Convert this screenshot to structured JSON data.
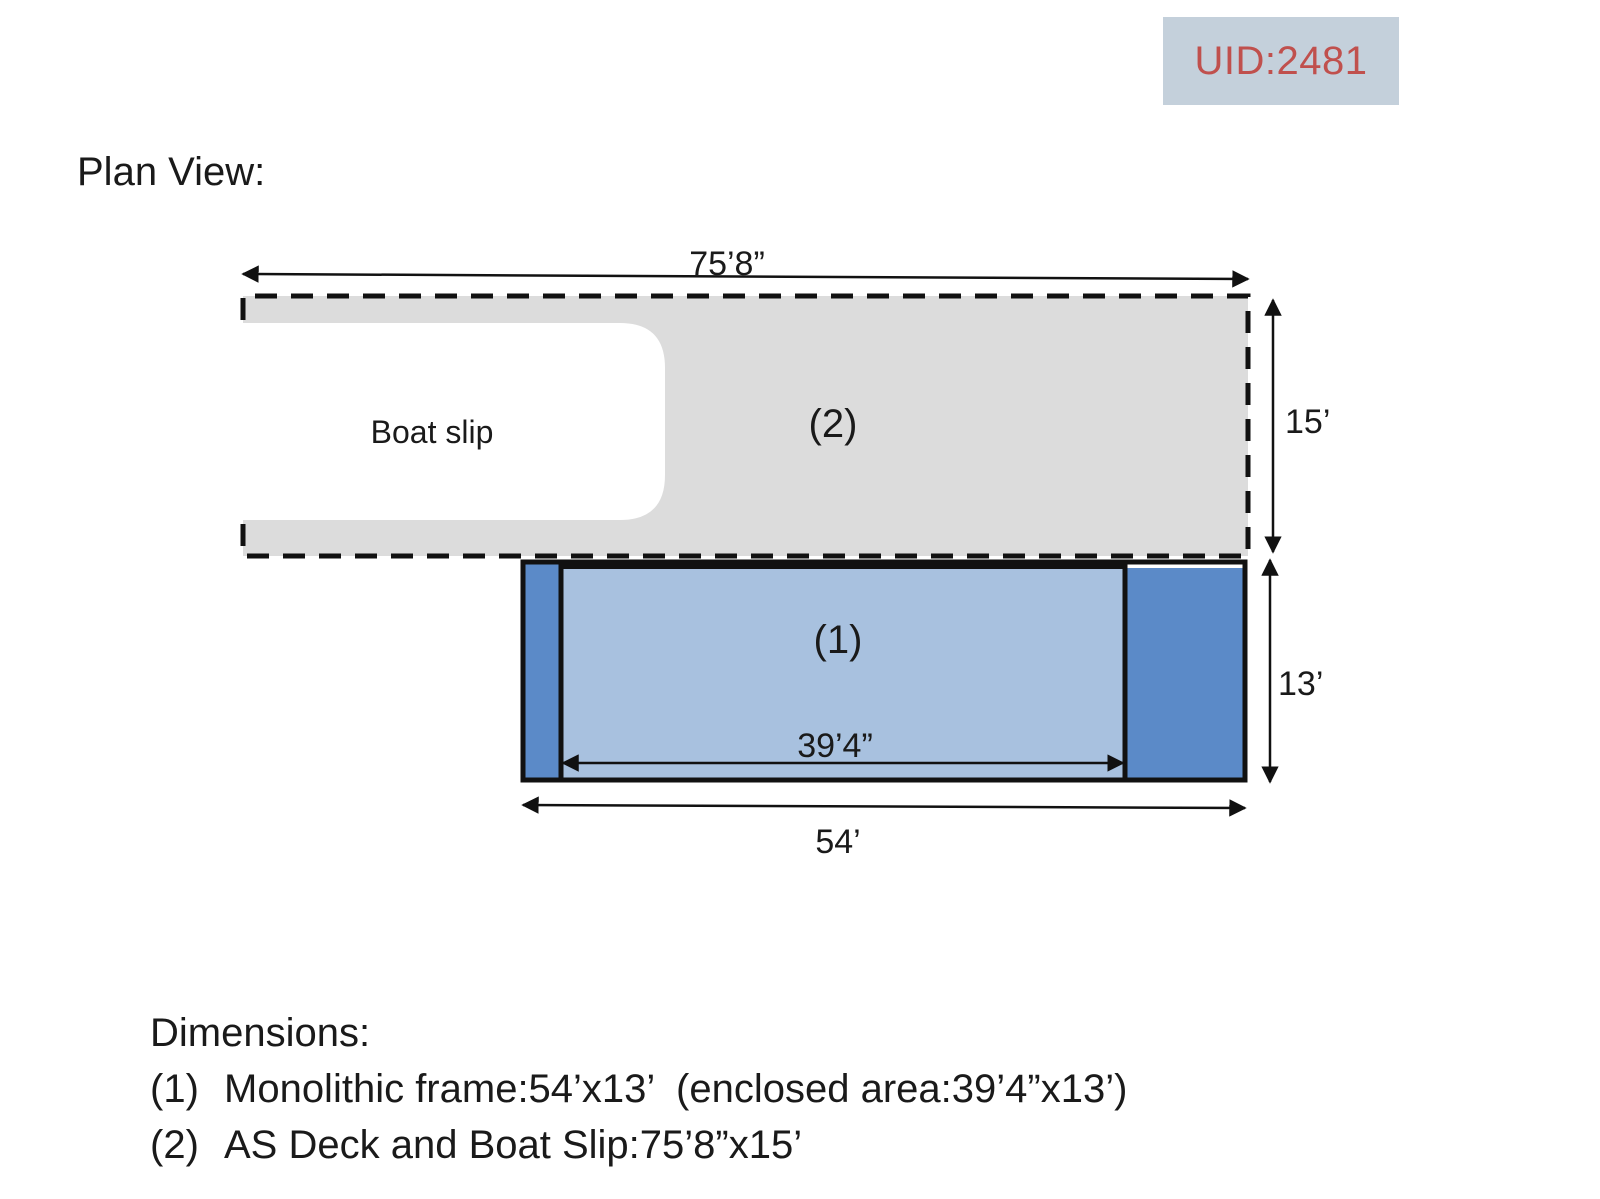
{
  "uid_label": "UID:2481",
  "plan_title": "Plan View:",
  "diagram": {
    "boat_slip_label": "Boat slip",
    "area2_label": "(2)",
    "area1_label": "(1)",
    "dim_total_length": "75’8”",
    "dim_upper_width": "15’",
    "dim_lower_width": "13’",
    "dim_enclosed_length": "39’4”",
    "dim_frame_length": "54’",
    "colors": {
      "deck_fill": "#dcdcdc",
      "enclosed_fill": "#a8c1df",
      "frame_fill": "#5b8ac8",
      "outline": "#111111"
    }
  },
  "dimensions": {
    "heading": "Dimensions:",
    "items": [
      {
        "num": "(1)",
        "text": "Monolithic frame:54’x13’  (enclosed area:39’4”x13’)"
      },
      {
        "num": "(2)",
        "text": "AS Deck and Boat Slip:75’8”x15’"
      }
    ]
  }
}
